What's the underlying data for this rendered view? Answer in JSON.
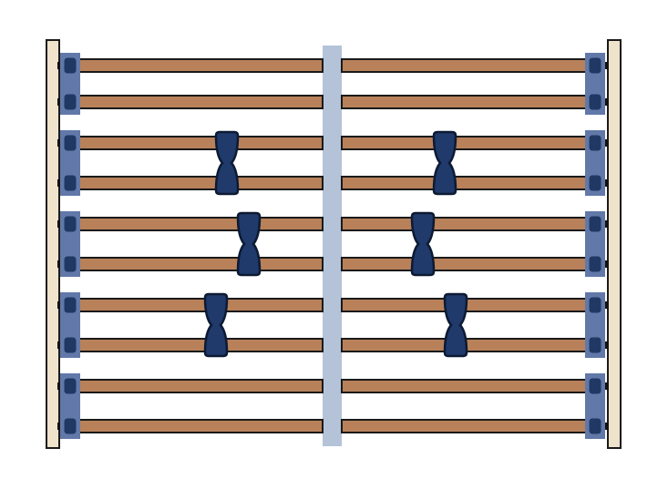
{
  "diagram": {
    "description_visible_text": "",
    "slat_count": 10,
    "slat_pairs": 5,
    "adjusters": [
      {
        "pair": 2,
        "side": "left",
        "offset": 0.0
      },
      {
        "pair": 2,
        "side": "right",
        "offset": 0.0
      },
      {
        "pair": 3,
        "side": "left",
        "offset": 0.1
      },
      {
        "pair": 3,
        "side": "right",
        "offset": -0.1
      },
      {
        "pair": 4,
        "side": "left",
        "offset": -0.05
      },
      {
        "pair": 4,
        "side": "right",
        "offset": 0.05
      }
    ],
    "colors": {
      "slat_fill": "#b8815a",
      "slat_stroke": "#1a1a1a",
      "rail_fill": "#efe3cc",
      "rail_stroke": "#1a1a1a",
      "holder_fill": "#6178a8",
      "holder_inner": "#1f3864",
      "center_spine": "#b4c3d8",
      "adjuster_fill": "#1f3a6b",
      "adjuster_stroke": "#0d1a33"
    }
  }
}
